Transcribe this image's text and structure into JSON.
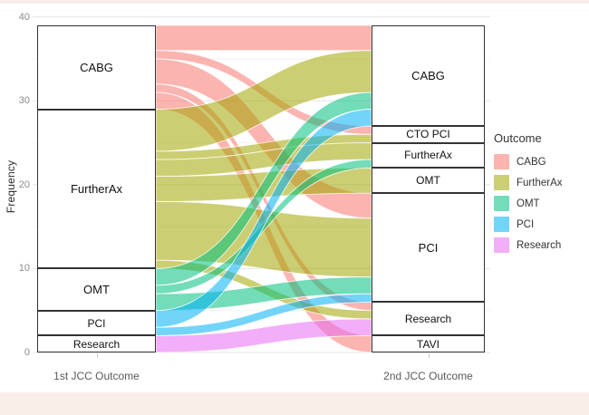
{
  "chart_data": {
    "type": "alluvial",
    "title": "",
    "ylabel": "Frequency",
    "ylim": [
      0,
      40
    ],
    "yticks": [
      0,
      10,
      20,
      30,
      40
    ],
    "grid": "on",
    "axes": [
      {
        "label": "1st JCC Outcome",
        "strata": [
          {
            "name": "CABG",
            "value": 10
          },
          {
            "name": "FurtherAx",
            "value": 19
          },
          {
            "name": "OMT",
            "value": 5
          },
          {
            "name": "PCI",
            "value": 3
          },
          {
            "name": "Research",
            "value": 2
          }
        ]
      },
      {
        "label": "2nd JCC Outcome",
        "strata": [
          {
            "name": "CABG",
            "value": 12
          },
          {
            "name": "CTO PCI",
            "value": 2
          },
          {
            "name": "FurtherAx",
            "value": 3
          },
          {
            "name": "OMT",
            "value": 3
          },
          {
            "name": "PCI",
            "value": 13
          },
          {
            "name": "Research",
            "value": 4
          },
          {
            "name": "TAVI",
            "value": 2
          }
        ]
      }
    ],
    "flows": [
      {
        "from": "CABG",
        "to": "CABG",
        "value": 3
      },
      {
        "from": "CABG",
        "to": "CTO PCI",
        "value": 1
      },
      {
        "from": "CABG",
        "to": "PCI",
        "value": 3
      },
      {
        "from": "CABG",
        "to": "Research",
        "value": 1
      },
      {
        "from": "CABG",
        "to": "TAVI",
        "value": 2
      },
      {
        "from": "FurtherAx",
        "to": "CABG",
        "value": 5
      },
      {
        "from": "FurtherAx",
        "to": "CTO PCI",
        "value": 1
      },
      {
        "from": "FurtherAx",
        "to": "FurtherAx",
        "value": 2
      },
      {
        "from": "FurtherAx",
        "to": "OMT",
        "value": 3
      },
      {
        "from": "FurtherAx",
        "to": "PCI",
        "value": 7
      },
      {
        "from": "FurtherAx",
        "to": "Research",
        "value": 1
      },
      {
        "from": "OMT",
        "to": "CABG",
        "value": 2
      },
      {
        "from": "OMT",
        "to": "FurtherAx",
        "value": 1
      },
      {
        "from": "OMT",
        "to": "PCI",
        "value": 2
      },
      {
        "from": "PCI",
        "to": "CABG",
        "value": 2
      },
      {
        "from": "PCI",
        "to": "PCI",
        "value": 1
      },
      {
        "from": "Research",
        "to": "Research",
        "value": 2
      }
    ],
    "palette": {
      "CABG": "#F8766D",
      "FurtherAx": "#A3A500",
      "OMT": "#00BF7D",
      "PCI": "#00B0F6",
      "Research": "#E76BF3"
    },
    "flow_alpha": 0.55,
    "legend": {
      "title": "Outcome",
      "entries": [
        {
          "label": "CABG",
          "color": "#F8766D"
        },
        {
          "label": "FurtherAx",
          "color": "#A3A500"
        },
        {
          "label": "OMT",
          "color": "#00BF7D"
        },
        {
          "label": "PCI",
          "color": "#00B0F6"
        },
        {
          "label": "Research",
          "color": "#E76BF3"
        }
      ],
      "position": "right"
    }
  }
}
